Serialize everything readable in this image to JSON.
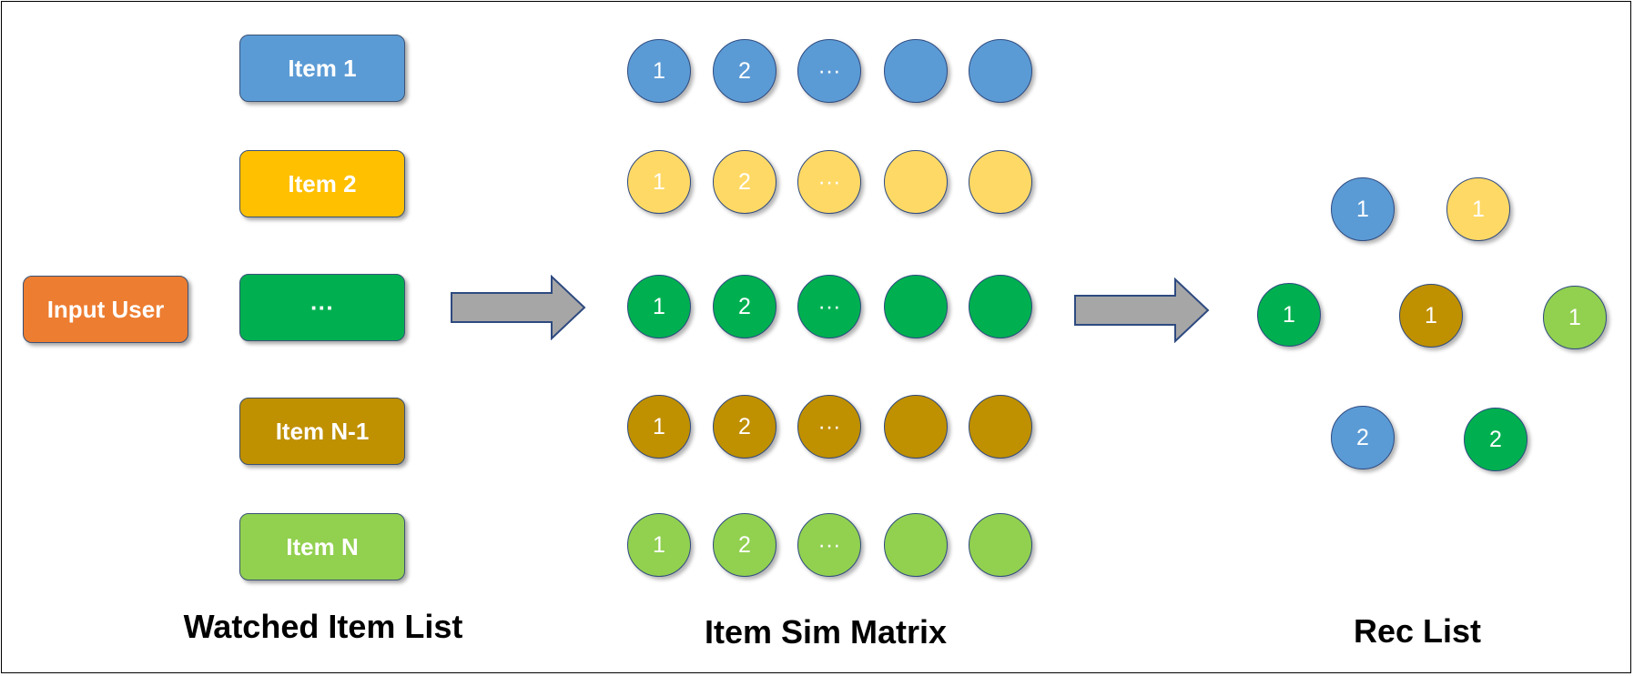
{
  "input_user": {
    "label": "Input User",
    "color": "#ed7d31"
  },
  "watched_items": [
    {
      "label": "Item 1",
      "color": "#5b9bd5"
    },
    {
      "label": "Item 2",
      "color": "#ffc000"
    },
    {
      "label": "···",
      "color": "#00b050"
    },
    {
      "label": "Item N-1",
      "color": "#bf9000"
    },
    {
      "label": "Item N",
      "color": "#92d050"
    }
  ],
  "sim_matrix_rows": [
    {
      "color": "#5b9bd5",
      "cells": [
        "1",
        "2",
        "···",
        "",
        ""
      ]
    },
    {
      "color": "#ffd966",
      "cells": [
        "1",
        "2",
        "···",
        "",
        ""
      ]
    },
    {
      "color": "#00b050",
      "cells": [
        "1",
        "2",
        "···",
        "",
        ""
      ]
    },
    {
      "color": "#bf9000",
      "cells": [
        "1",
        "2",
        "···",
        "",
        ""
      ]
    },
    {
      "color": "#92d050",
      "cells": [
        "1",
        "2",
        "···",
        "",
        ""
      ]
    }
  ],
  "rec_list": [
    {
      "label": "1",
      "color": "#5b9bd5"
    },
    {
      "label": "1",
      "color": "#ffd966"
    },
    {
      "label": "1",
      "color": "#00b050"
    },
    {
      "label": "1",
      "color": "#bf9000"
    },
    {
      "label": "1",
      "color": "#92d050"
    },
    {
      "label": "2",
      "color": "#5b9bd5"
    },
    {
      "label": "2",
      "color": "#00b050"
    }
  ],
  "labels": {
    "watched": "Watched Item List",
    "sim": "Item Sim Matrix",
    "rec": "Rec List"
  }
}
